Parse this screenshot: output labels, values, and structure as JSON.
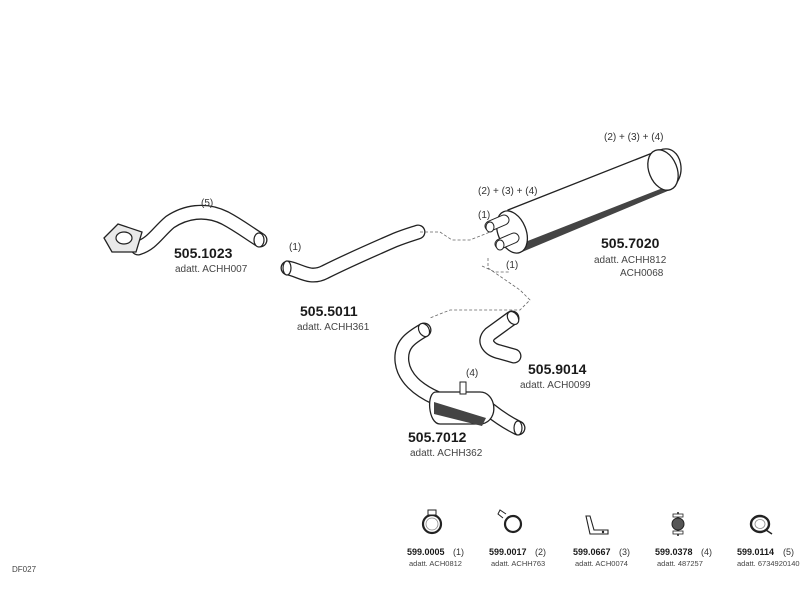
{
  "diagram_code": "DF027",
  "parts": [
    {
      "id": "505.1023",
      "number": "505.1023",
      "note": "(5)",
      "adapt": "adatt. ACHH007"
    },
    {
      "id": "505.5011",
      "number": "505.5011",
      "note": "(1)",
      "adapt": "adatt. ACHH361"
    },
    {
      "id": "505.7020",
      "number": "505.7020",
      "note_top": "(2) + (3) + (4)",
      "note_mid": "(2) + (3) + (4)",
      "note_pipe_upper": "(1)",
      "note_pipe_lower": "(1)",
      "adapt_line1": "adatt. ACHH812",
      "adapt_line2": "ACH0068"
    },
    {
      "id": "505.9014",
      "number": "505.9014",
      "adapt": "adatt. ACH0099"
    },
    {
      "id": "505.7012",
      "number": "505.7012",
      "note": "(4)",
      "adapt": "adatt. ACHH362"
    }
  ],
  "accessories": [
    {
      "number": "599.0005",
      "ref": "(1)",
      "adapt": "adatt. ACH0812",
      "icon": "clamp-ring-icon"
    },
    {
      "number": "599.0017",
      "ref": "(2)",
      "adapt": "adatt. ACHH763",
      "icon": "clamp-icon"
    },
    {
      "number": "599.0667",
      "ref": "(3)",
      "adapt": "adatt. ACH0074",
      "icon": "bracket-icon"
    },
    {
      "number": "599.0378",
      "ref": "(4)",
      "adapt": "adatt. 487257",
      "icon": "rubber-mount-icon"
    },
    {
      "number": "599.0114",
      "ref": "(5)",
      "adapt": "adatt. 6734920140",
      "icon": "gasket-ring-icon"
    }
  ]
}
